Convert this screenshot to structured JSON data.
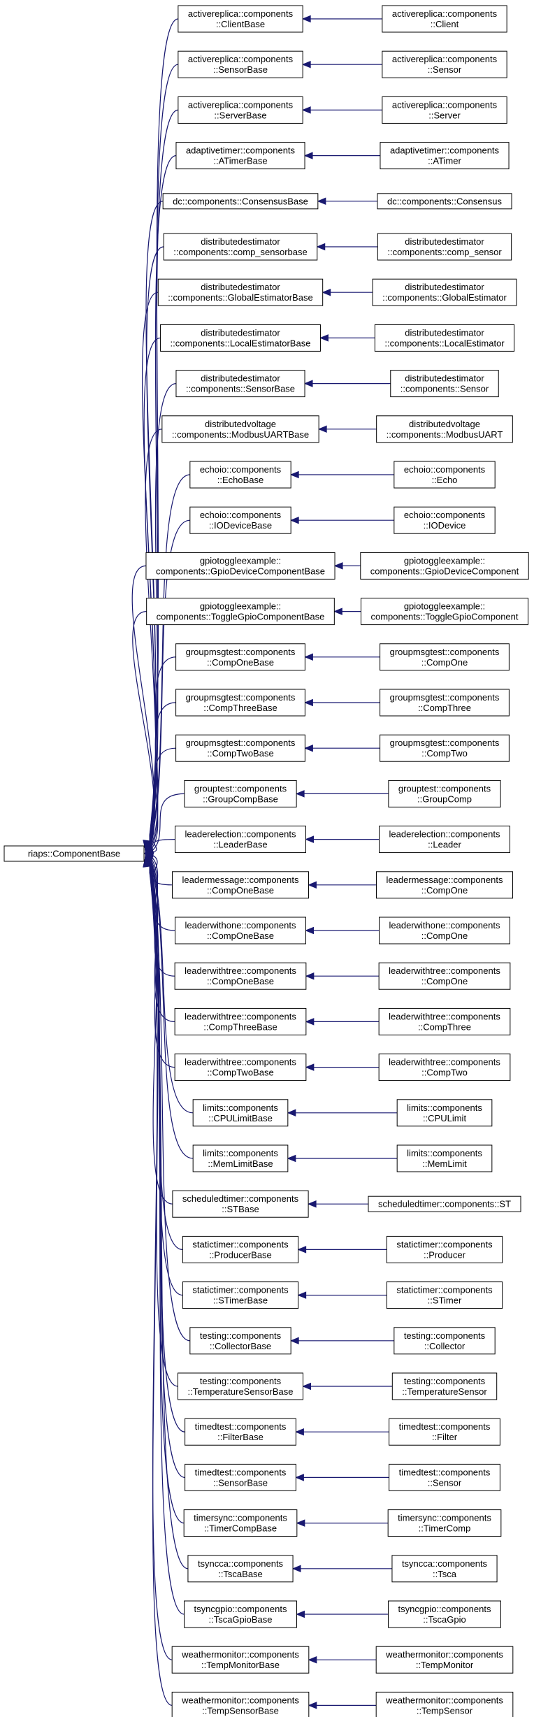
{
  "root": {
    "label": "riaps::ComponentBase"
  },
  "pairs": [
    {
      "base": [
        "activereplica::components",
        "::ClientBase"
      ],
      "derived": [
        "activereplica::components",
        "::Client"
      ]
    },
    {
      "base": [
        "activereplica::components",
        "::SensorBase"
      ],
      "derived": [
        "activereplica::components",
        "::Sensor"
      ]
    },
    {
      "base": [
        "activereplica::components",
        "::ServerBase"
      ],
      "derived": [
        "activereplica::components",
        "::Server"
      ]
    },
    {
      "base": [
        "adaptivetimer::components",
        "::ATimerBase"
      ],
      "derived": [
        "adaptivetimer::components",
        "::ATimer"
      ]
    },
    {
      "base": [
        "dc::components::ConsensusBase"
      ],
      "derived": [
        "dc::components::Consensus"
      ]
    },
    {
      "base": [
        "distributedestimator",
        "::components::comp_sensorbase"
      ],
      "derived": [
        "distributedestimator",
        "::components::comp_sensor"
      ]
    },
    {
      "base": [
        "distributedestimator",
        "::components::GlobalEstimatorBase"
      ],
      "derived": [
        "distributedestimator",
        "::components::GlobalEstimator"
      ]
    },
    {
      "base": [
        "distributedestimator",
        "::components::LocalEstimatorBase"
      ],
      "derived": [
        "distributedestimator",
        "::components::LocalEstimator"
      ]
    },
    {
      "base": [
        "distributedestimator",
        "::components::SensorBase"
      ],
      "derived": [
        "distributedestimator",
        "::components::Sensor"
      ]
    },
    {
      "base": [
        "distributedvoltage",
        "::components::ModbusUARTBase"
      ],
      "derived": [
        "distributedvoltage",
        "::components::ModbusUART"
      ]
    },
    {
      "base": [
        "echoio::components",
        "::EchoBase"
      ],
      "derived": [
        "echoio::components",
        "::Echo"
      ]
    },
    {
      "base": [
        "echoio::components",
        "::IODeviceBase"
      ],
      "derived": [
        "echoio::components",
        "::IODevice"
      ]
    },
    {
      "base": [
        "gpiotoggleexample::",
        "components::GpioDeviceComponentBase"
      ],
      "derived": [
        "gpiotoggleexample::",
        "components::GpioDeviceComponent"
      ]
    },
    {
      "base": [
        "gpiotoggleexample::",
        "components::ToggleGpioComponentBase"
      ],
      "derived": [
        "gpiotoggleexample::",
        "components::ToggleGpioComponent"
      ]
    },
    {
      "base": [
        "groupmsgtest::components",
        "::CompOneBase"
      ],
      "derived": [
        "groupmsgtest::components",
        "::CompOne"
      ]
    },
    {
      "base": [
        "groupmsgtest::components",
        "::CompThreeBase"
      ],
      "derived": [
        "groupmsgtest::components",
        "::CompThree"
      ]
    },
    {
      "base": [
        "groupmsgtest::components",
        "::CompTwoBase"
      ],
      "derived": [
        "groupmsgtest::components",
        "::CompTwo"
      ]
    },
    {
      "base": [
        "grouptest::components",
        "::GroupCompBase"
      ],
      "derived": [
        "grouptest::components",
        "::GroupComp"
      ]
    },
    {
      "base": [
        "leaderelection::components",
        "::LeaderBase"
      ],
      "derived": [
        "leaderelection::components",
        "::Leader"
      ]
    },
    {
      "base": [
        "leadermessage::components",
        "::CompOneBase"
      ],
      "derived": [
        "leadermessage::components",
        "::CompOne"
      ]
    },
    {
      "base": [
        "leaderwithone::components",
        "::CompOneBase"
      ],
      "derived": [
        "leaderwithone::components",
        "::CompOne"
      ]
    },
    {
      "base": [
        "leaderwithtree::components",
        "::CompOneBase"
      ],
      "derived": [
        "leaderwithtree::components",
        "::CompOne"
      ]
    },
    {
      "base": [
        "leaderwithtree::components",
        "::CompThreeBase"
      ],
      "derived": [
        "leaderwithtree::components",
        "::CompThree"
      ]
    },
    {
      "base": [
        "leaderwithtree::components",
        "::CompTwoBase"
      ],
      "derived": [
        "leaderwithtree::components",
        "::CompTwo"
      ]
    },
    {
      "base": [
        "limits::components",
        "::CPULimitBase"
      ],
      "derived": [
        "limits::components",
        "::CPULimit"
      ]
    },
    {
      "base": [
        "limits::components",
        "::MemLimitBase"
      ],
      "derived": [
        "limits::components",
        "::MemLimit"
      ]
    },
    {
      "base": [
        "scheduledtimer::components",
        "::STBase"
      ],
      "derived": [
        "scheduledtimer::components::ST"
      ]
    },
    {
      "base": [
        "statictimer::components",
        "::ProducerBase"
      ],
      "derived": [
        "statictimer::components",
        "::Producer"
      ]
    },
    {
      "base": [
        "statictimer::components",
        "::STimerBase"
      ],
      "derived": [
        "statictimer::components",
        "::STimer"
      ]
    },
    {
      "base": [
        "testing::components",
        "::CollectorBase"
      ],
      "derived": [
        "testing::components",
        "::Collector"
      ]
    },
    {
      "base": [
        "testing::components",
        "::TemperatureSensorBase"
      ],
      "derived": [
        "testing::components",
        "::TemperatureSensor"
      ]
    },
    {
      "base": [
        "timedtest::components",
        "::FilterBase"
      ],
      "derived": [
        "timedtest::components",
        "::Filter"
      ]
    },
    {
      "base": [
        "timedtest::components",
        "::SensorBase"
      ],
      "derived": [
        "timedtest::components",
        "::Sensor"
      ]
    },
    {
      "base": [
        "timersync::components",
        "::TimerCompBase"
      ],
      "derived": [
        "timersync::components",
        "::TimerComp"
      ]
    },
    {
      "base": [
        "tsyncca::components",
        "::TscaBase"
      ],
      "derived": [
        "tsyncca::components",
        "::Tsca"
      ]
    },
    {
      "base": [
        "tsyncgpio::components",
        "::TscaGpioBase"
      ],
      "derived": [
        "tsyncgpio::components",
        "::TscaGpio"
      ]
    },
    {
      "base": [
        "weathermonitor::components",
        "::TempMonitorBase"
      ],
      "derived": [
        "weathermonitor::components",
        "::TempMonitor"
      ]
    },
    {
      "base": [
        "weathermonitor::components",
        "::TempSensorBase"
      ],
      "derived": [
        "weathermonitor::components",
        "::TempSensor"
      ]
    }
  ],
  "colors": {
    "edge": "#191970",
    "box_border": "#000000",
    "text": "#000000",
    "background": "#ffffff"
  }
}
